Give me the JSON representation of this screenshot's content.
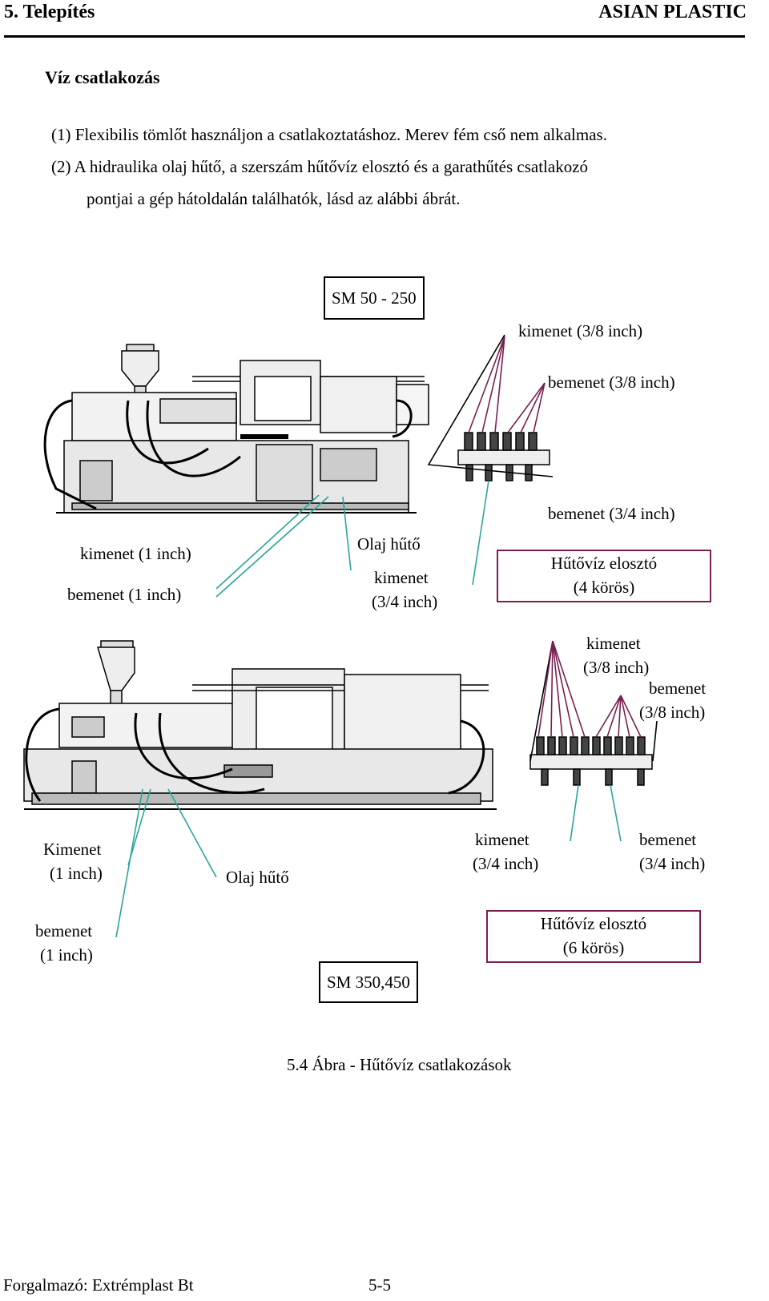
{
  "header": {
    "chapter": "5. Telepítés",
    "brand": "ASIAN PLASTIC"
  },
  "section_title": "Víz csatlakozás",
  "paragraphs": {
    "p1": "(1) Flexibilis tömlőt használjon a csatlakoztatáshoz. Merev fém cső nem alkalmas.",
    "p2a": "(2) A hidraulika olaj hűtő, a szerszám hűtővíz elosztó és a garathűtés csatlakozó",
    "p2b": "pontjai a gép hátoldalán találhatók, lásd az alábbi ábrát."
  },
  "figure_top": {
    "model": "SM 50 - 250",
    "out_38": "kimenet (3/8 inch)",
    "in_38": "bemenet (3/8 inch)",
    "in_34": "bemenet (3/4 inch)",
    "out_1": "kimenet (1 inch)",
    "in_1": "bemenet (1 inch)",
    "oil_cooler": "Olaj hűtő",
    "out_34_a": "kimenet",
    "out_34_b": "(3/4 inch)",
    "manifold_a": "Hűtővíz elosztó",
    "manifold_b": "(4 körös)"
  },
  "figure_bottom": {
    "out_38_a": "kimenet",
    "out_38_b": "(3/8 inch)",
    "in_38_a": "bemenet",
    "in_38_b": "(3/8 inch)",
    "out_1_a": "Kimenet",
    "out_1_b": "(1 inch)",
    "oil_cooler": "Olaj hűtő",
    "out_34_a": "kimenet",
    "out_34_b": "(3/4 inch)",
    "in_34_a": "bemenet",
    "in_34_b": "(3/4 inch)",
    "in_1_a": "bemenet",
    "in_1_b": "(1 inch)",
    "manifold_a": "Hűtővíz elosztó",
    "manifold_b": "(6 körös)",
    "model": "SM 350,450"
  },
  "caption": "5.4 Ábra - Hűtővíz csatlakozások",
  "footer": {
    "distributor": "Forgalmazó: Extrémplast Bt",
    "page": "5-5"
  },
  "colors": {
    "leader": "#7a1f52",
    "teal": "#2aa59a"
  }
}
